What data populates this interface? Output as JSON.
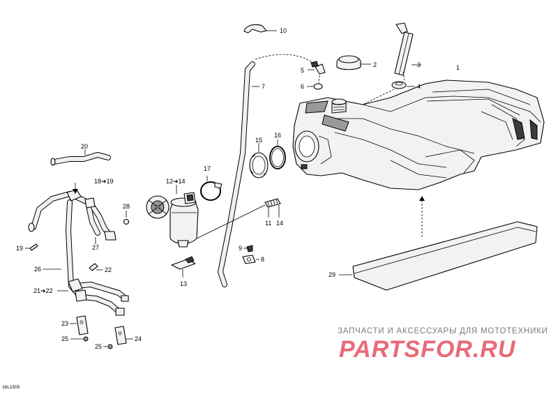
{
  "diagram": {
    "callouts": {
      "c1": "1",
      "c2": "2",
      "c3": "3",
      "c4": "4",
      "c5": "5",
      "c6": "6",
      "c7": "7",
      "c8": "8",
      "c9": "9",
      "c10": "10",
      "c11": "11",
      "c14": "14",
      "c12_14": "12➔14",
      "c13": "13",
      "c15": "15",
      "c16": "16",
      "c17": "17",
      "c18_19": "18➔19",
      "c19": "19",
      "c20": "20",
      "c21_22": "21➔22",
      "c22": "22",
      "c23": "23",
      "c24": "24",
      "c25a": "25",
      "c25b": "25",
      "c26": "26",
      "c27": "27",
      "c28": "28",
      "c29": "29"
    }
  },
  "watermark": {
    "title": "ЗАПЧАСТИ И АКСЕССУАРЫ ДЛЯ МОТОТЕХНИКИ",
    "logo": "PARTSFOR.RU"
  },
  "doc_code": "16L1505",
  "colors": {
    "line": "#000000",
    "watermark_logo": "#e86a78",
    "watermark_text": "#7a7a7a"
  }
}
